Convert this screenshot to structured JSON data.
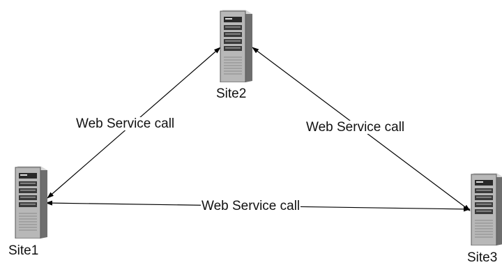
{
  "nodes": {
    "site1": {
      "label": "Site1",
      "icon": "server-tower-icon"
    },
    "site2": {
      "label": "Site2",
      "icon": "server-tower-icon"
    },
    "site3": {
      "label": "Site3",
      "icon": "server-tower-icon"
    }
  },
  "edges": [
    {
      "from": "Site1",
      "to": "Site2",
      "label": "Web Service call"
    },
    {
      "from": "Site2",
      "to": "Site3",
      "label": "Web Service call"
    },
    {
      "from": "Site1",
      "to": "Site3",
      "label": "Web Service call"
    }
  ],
  "colors": {
    "line": "#000000",
    "server_body": "#b8b8b8",
    "server_shadow": "#6e6e6e",
    "server_bay": "#2a2a2a"
  }
}
